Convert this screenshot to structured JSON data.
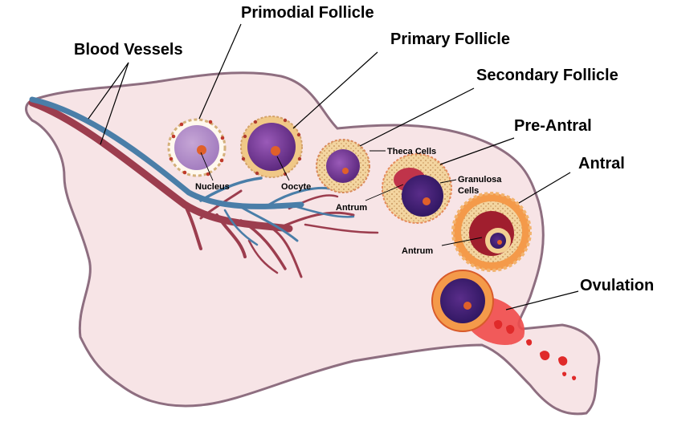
{
  "labels": {
    "blood_vessels": "Blood Vessels",
    "primodial_follicle": "Primodial Follicle",
    "primary_follicle": "Primary Follicle",
    "secondary_follicle": "Secondary Follicle",
    "pre_antral": "Pre-Antral",
    "antral": "Antral",
    "ovulation": "Ovulation",
    "nucleus": "Nucleus",
    "oocyte": "Oocyte",
    "theca_cells": "Theca Cells",
    "antrum_secondary": "Antrum",
    "granulosa_line1": "Granulosa",
    "granulosa_line2": "Cells",
    "antrum_antral": "Antrum"
  },
  "colors": {
    "ovary_fill": "#f7e4e6",
    "ovary_outline": "#8e6e80",
    "vessel_red": "#9c3d4e",
    "vessel_blue": "#4a7ea8",
    "oocyte_purple": "#7a3f9a",
    "nucleus_orange": "#e0602a",
    "granulosa_beige": "#f2cf92",
    "antral_orange": "#f49a4a",
    "blood_red": "#e83a3a"
  }
}
